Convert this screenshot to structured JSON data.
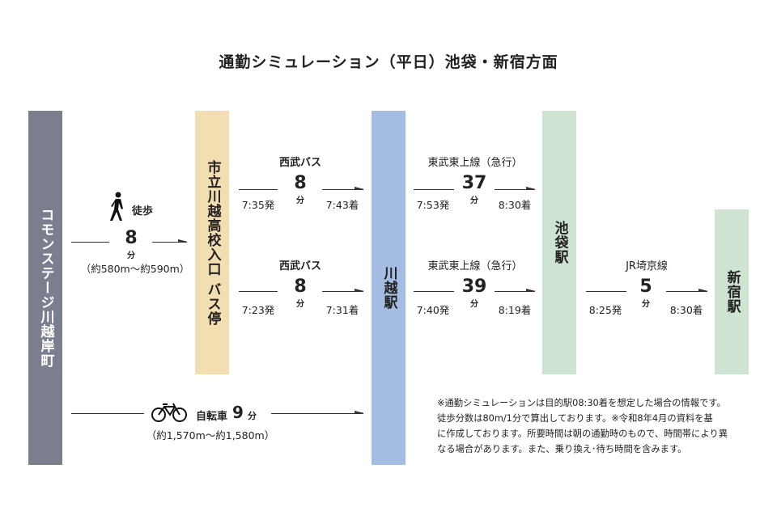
{
  "title": "通勤シミュレーション（平日）池袋・新宿方面",
  "stations": {
    "origin": "コモンステージ川越岸町",
    "bus_stop": "市立川越高校入口 バス停",
    "kawagoe": "川越駅",
    "ikebukuro": "池袋駅",
    "shinjuku": "新宿駅"
  },
  "colors": {
    "origin": "#7b7e8d",
    "bus_stop": "#f3deb2",
    "kawagoe": "#a6bde3",
    "ikebukuro": "#cfe3d3",
    "shinjuku": "#cfe3d3"
  },
  "walk": {
    "label": "徒歩",
    "minutes": "8",
    "unit": "分",
    "distance": "（約580m～約590m）"
  },
  "bus1": {
    "label": "西武バス",
    "minutes": "8",
    "unit": "分",
    "dep": "7:35発",
    "arr": "7:43着"
  },
  "bus2": {
    "label": "西武バス",
    "minutes": "8",
    "unit": "分",
    "dep": "7:23発",
    "arr": "7:31着"
  },
  "tobu1": {
    "label": "東武東上線（急行）",
    "minutes": "37",
    "unit": "分",
    "dep": "7:53発",
    "arr": "8:30着"
  },
  "tobu2": {
    "label": "東武東上線（急行）",
    "minutes": "39",
    "unit": "分",
    "dep": "7:40発",
    "arr": "8:19着"
  },
  "jr": {
    "label": "JR埼京線",
    "minutes": "5",
    "unit": "分",
    "dep": "8:25発",
    "arr": "8:30着"
  },
  "bike": {
    "label": "自転車",
    "minutes": "9",
    "unit": "分",
    "distance": "（約1,570m～約1,580m）"
  },
  "note": [
    "※通勤シミュレーションは目的駅08:30着を想定した場合の情報です。",
    "徒歩分数は80m/1分で算出しております。※令和8年4月の資料を基",
    "に作成しております。所要時間は朝の通勤時のもので、時間帯により異",
    "なる場合があります。また、乗り換え･待ち時間を含みます。"
  ]
}
